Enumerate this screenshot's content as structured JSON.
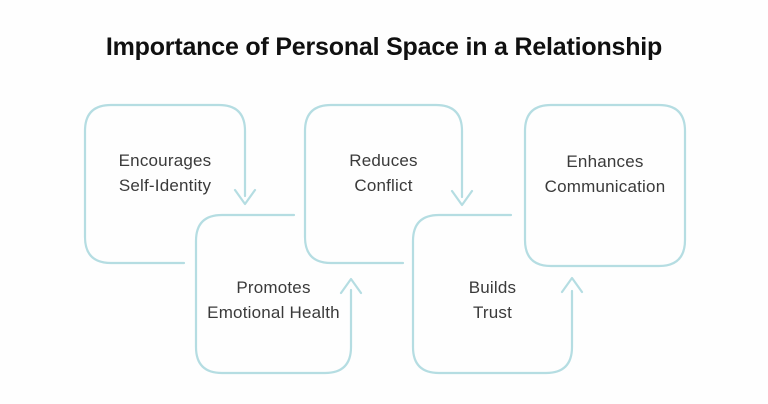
{
  "title": "Importance of Personal Space in a Relationship",
  "diagram": {
    "nodes": [
      {
        "id": "encourages-self-identity",
        "lines": [
          "Encourages",
          "Self-Identity"
        ],
        "row": "top"
      },
      {
        "id": "promotes-emotional-health",
        "lines": [
          "Promotes",
          "Emotional Health"
        ],
        "row": "bottom"
      },
      {
        "id": "reduces-conflict",
        "lines": [
          "Reduces",
          "Conflict"
        ],
        "row": "top"
      },
      {
        "id": "builds-trust",
        "lines": [
          "Builds",
          "Trust"
        ],
        "row": "bottom"
      },
      {
        "id": "enhances-communication",
        "lines": [
          "Enhances",
          "Communication"
        ],
        "row": "top"
      }
    ],
    "connections": [
      {
        "from": "Encourages Self-Identity",
        "to": "Promotes Emotional Health",
        "arrow": "down"
      },
      {
        "from": "Promotes Emotional Health",
        "to": "Reduces Conflict",
        "arrow": "up"
      },
      {
        "from": "Reduces Conflict",
        "to": "Builds Trust",
        "arrow": "down"
      },
      {
        "from": "Builds Trust",
        "to": "Enhances Communication",
        "arrow": "up"
      }
    ],
    "colors": {
      "outline": "#b5dde2",
      "node_text": "#3a3a3a",
      "title_text": "#101010",
      "background": "#fefefe"
    }
  }
}
